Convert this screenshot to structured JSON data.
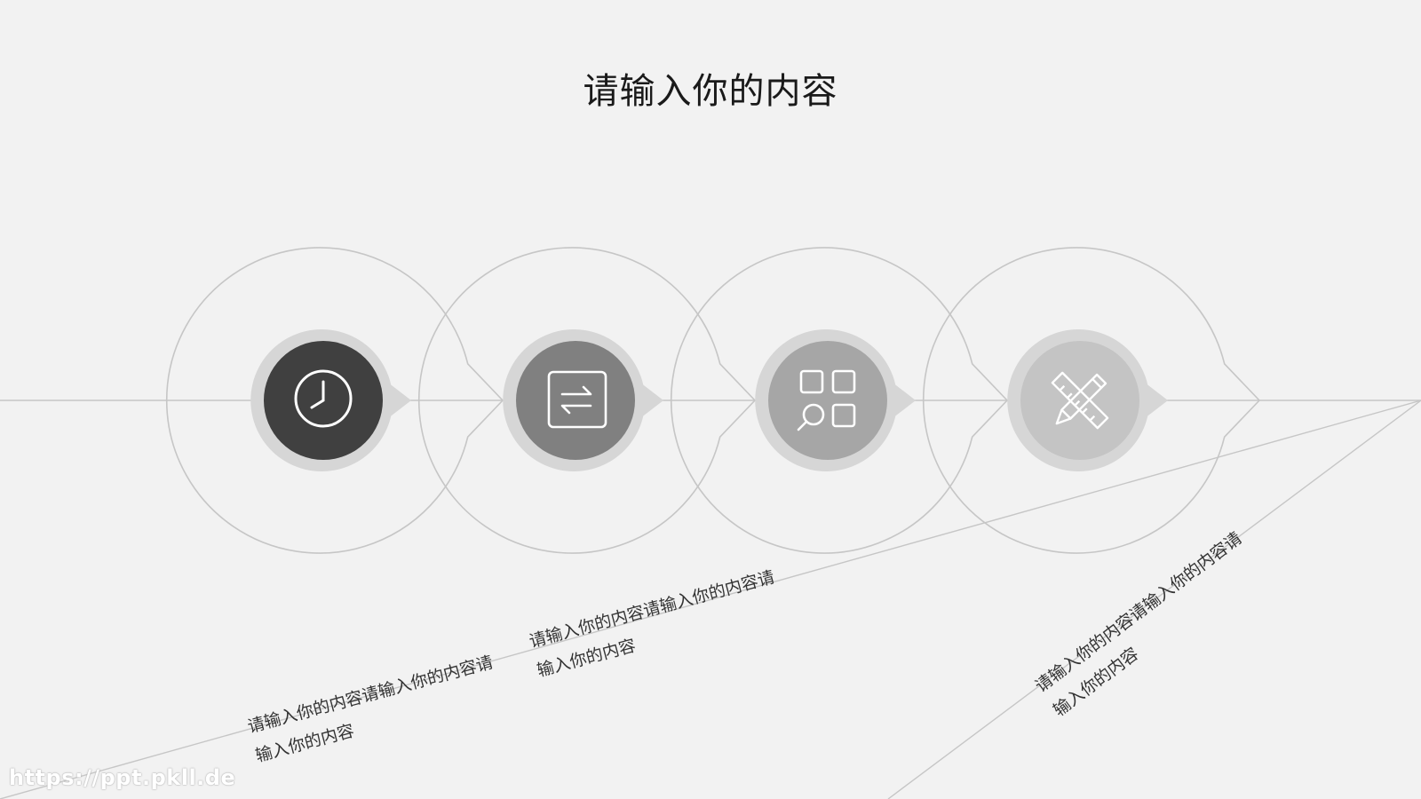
{
  "slide": {
    "title": "请输入你的内容",
    "steps": [
      {
        "icon": "clock-icon",
        "fill": "#404040"
      },
      {
        "icon": "swap-arrows-icon",
        "fill": "#808080"
      },
      {
        "icon": "grid-search-icon",
        "fill": "#a6a6a6"
      },
      {
        "icon": "pencil-ruler-icon",
        "fill": "#c4c4c4"
      }
    ],
    "descriptions": [
      {
        "line1": "请输入你的内容请输入你的内容请",
        "line2": "输入你的内容"
      },
      {
        "line1": "请输入你的内容请输入你的内容请",
        "line2": "输入你的内容"
      },
      {
        "line1": "请输入你的内容请输入你的内容请",
        "line2": "输入你的内容"
      }
    ],
    "watermark": "https://ppt.pkll.de"
  },
  "colors": {
    "background": "#f2f2f2",
    "line": "#c6c6c6",
    "ring": "#d6d6d6",
    "title": "#1a1a1a"
  }
}
